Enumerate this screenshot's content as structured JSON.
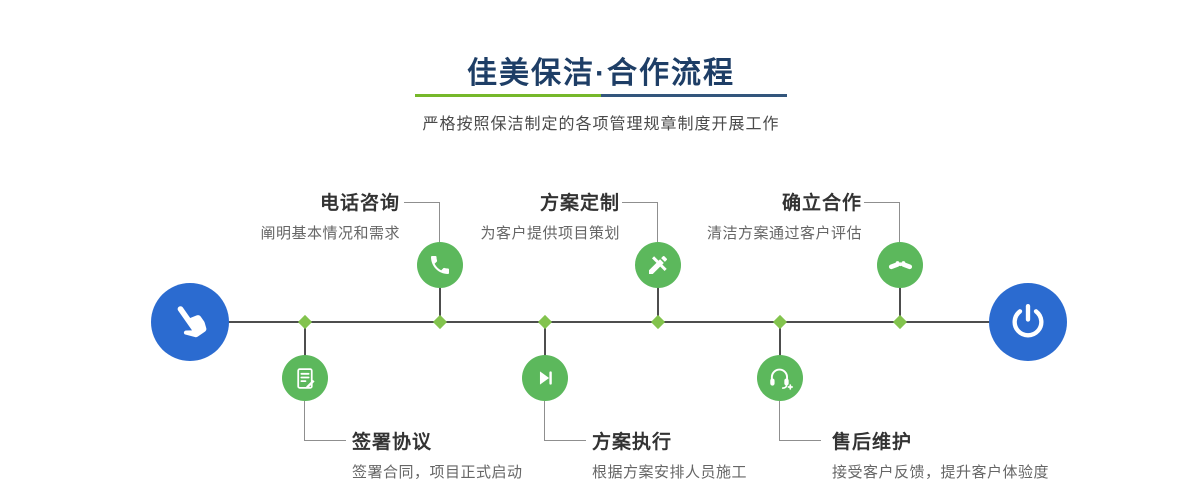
{
  "header": {
    "title": "佳美保洁·合作流程",
    "subtitle": "严格按照保洁制定的各项管理规章制度开展工作"
  },
  "steps": [
    {
      "title": "电话咨询",
      "desc": "阐明基本情况和需求",
      "icon": "phone-icon"
    },
    {
      "title": "方案定制",
      "desc": "为客户提供项目策划",
      "icon": "design-icon"
    },
    {
      "title": "确立合作",
      "desc": "清洁方案通过客户评估",
      "icon": "handshake-icon"
    },
    {
      "title": "签署协议",
      "desc": "签署合同，项目正式启动",
      "icon": "contract-icon"
    },
    {
      "title": "方案执行",
      "desc": "根据方案安排人员施工",
      "icon": "execute-icon"
    },
    {
      "title": "售后维护",
      "desc": "接受客户反馈，提升客户体验度",
      "icon": "headset-icon"
    }
  ],
  "endpoints": {
    "start_icon": "pointing-hand-icon",
    "end_icon": "power-icon"
  },
  "colors": {
    "accent_blue": "#2b6bd0",
    "accent_green": "#5cb85c",
    "diamond_green": "#82c34d",
    "title_navy": "#1e3e66",
    "divider_green": "#76b82a",
    "divider_blue": "#33567c"
  }
}
